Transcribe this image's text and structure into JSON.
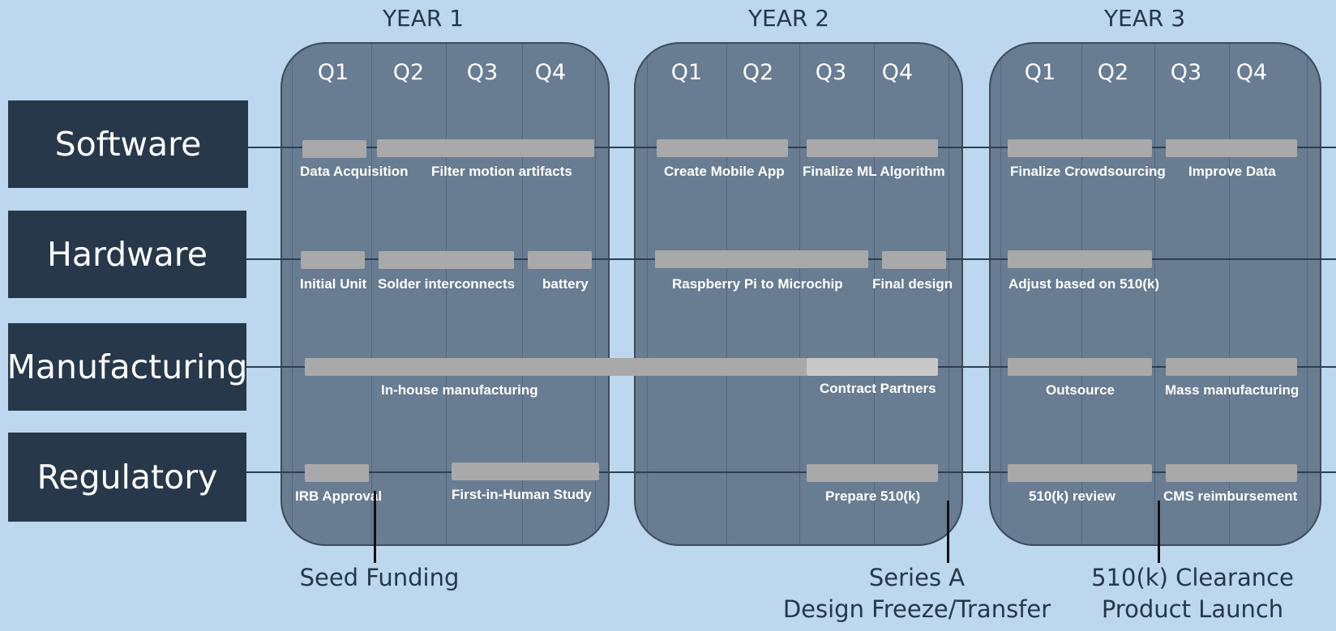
{
  "years": [
    "YEAR 1",
    "YEAR 2",
    "YEAR 3"
  ],
  "quarters": [
    "Q1",
    "Q2",
    "Q3",
    "Q4"
  ],
  "rows": [
    "Software",
    "Hardware",
    "Manufacturing",
    "Regulatory"
  ],
  "tasks": {
    "software": [
      "Data Acquisition",
      "Filter motion artifacts",
      "Create Mobile App",
      "Finalize ML Algorithm",
      "Finalize Crowdsourcing",
      "Improve Data"
    ],
    "hardware": [
      "Initial Unit",
      "Solder interconnects",
      "battery",
      "Raspberry Pi to Microchip",
      "Final design",
      "Adjust based on 510(k)"
    ],
    "manufacturing": [
      "In-house manufacturing",
      "Contract Partners",
      "Outsource",
      "Mass manufacturing"
    ],
    "regulatory": [
      "IRB Approval",
      "First-in-Human Study",
      "Prepare 510(k)",
      "510(k) review",
      "CMS reimbursement"
    ]
  },
  "milestones": {
    "seed": "Seed Funding",
    "series_a": [
      "Series A",
      "Design Freeze/Transfer"
    ],
    "clearance": [
      "510(k) Clearance",
      "Product Launch"
    ]
  },
  "colors": {
    "background": "#bcd7ee",
    "panel": "#687c92",
    "row_label": "#27384a",
    "bar": "#a9a9a9",
    "bar_light": "#c8c8c8"
  }
}
